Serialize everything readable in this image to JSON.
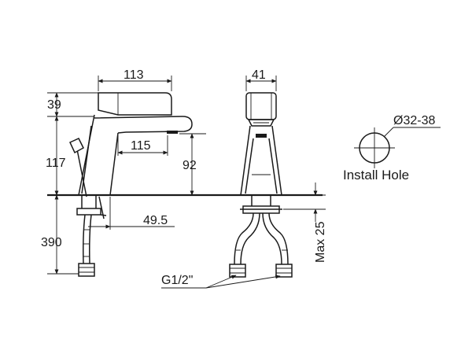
{
  "dimensions": {
    "spout_width": "113",
    "top_height": "39",
    "reach": "115",
    "body_height": "117",
    "spout_height": "92",
    "offset": "49.5",
    "hose_length": "390",
    "body_width": "41",
    "max_thickness": "Max 25",
    "thread": "G1/2\"",
    "hole_diameter": "Ø32-38"
  },
  "labels": {
    "install_hole": "Install Hole"
  },
  "colors": {
    "line": "#1a1a1a",
    "background": "#ffffff"
  }
}
